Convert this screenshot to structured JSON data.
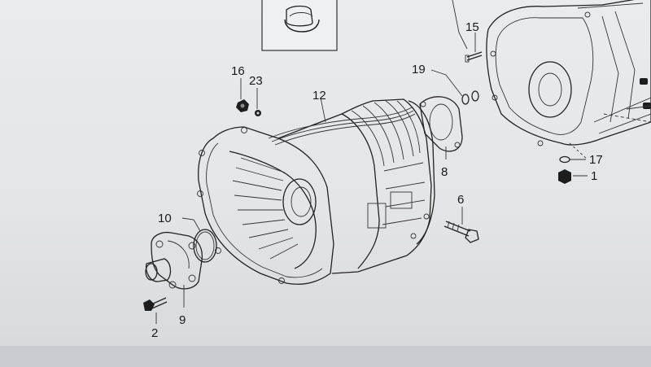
{
  "diagram": {
    "callouts": [
      {
        "id": "c16",
        "text": "16"
      },
      {
        "id": "c23",
        "text": "23"
      },
      {
        "id": "c12",
        "text": "12"
      },
      {
        "id": "c19",
        "text": "19"
      },
      {
        "id": "c15",
        "text": "15"
      },
      {
        "id": "c17",
        "text": "17"
      },
      {
        "id": "c1",
        "text": "1"
      },
      {
        "id": "c8",
        "text": "8"
      },
      {
        "id": "c6",
        "text": "6"
      },
      {
        "id": "c10",
        "text": "10"
      },
      {
        "id": "c2",
        "text": "2"
      },
      {
        "id": "c9",
        "text": "9"
      }
    ]
  }
}
